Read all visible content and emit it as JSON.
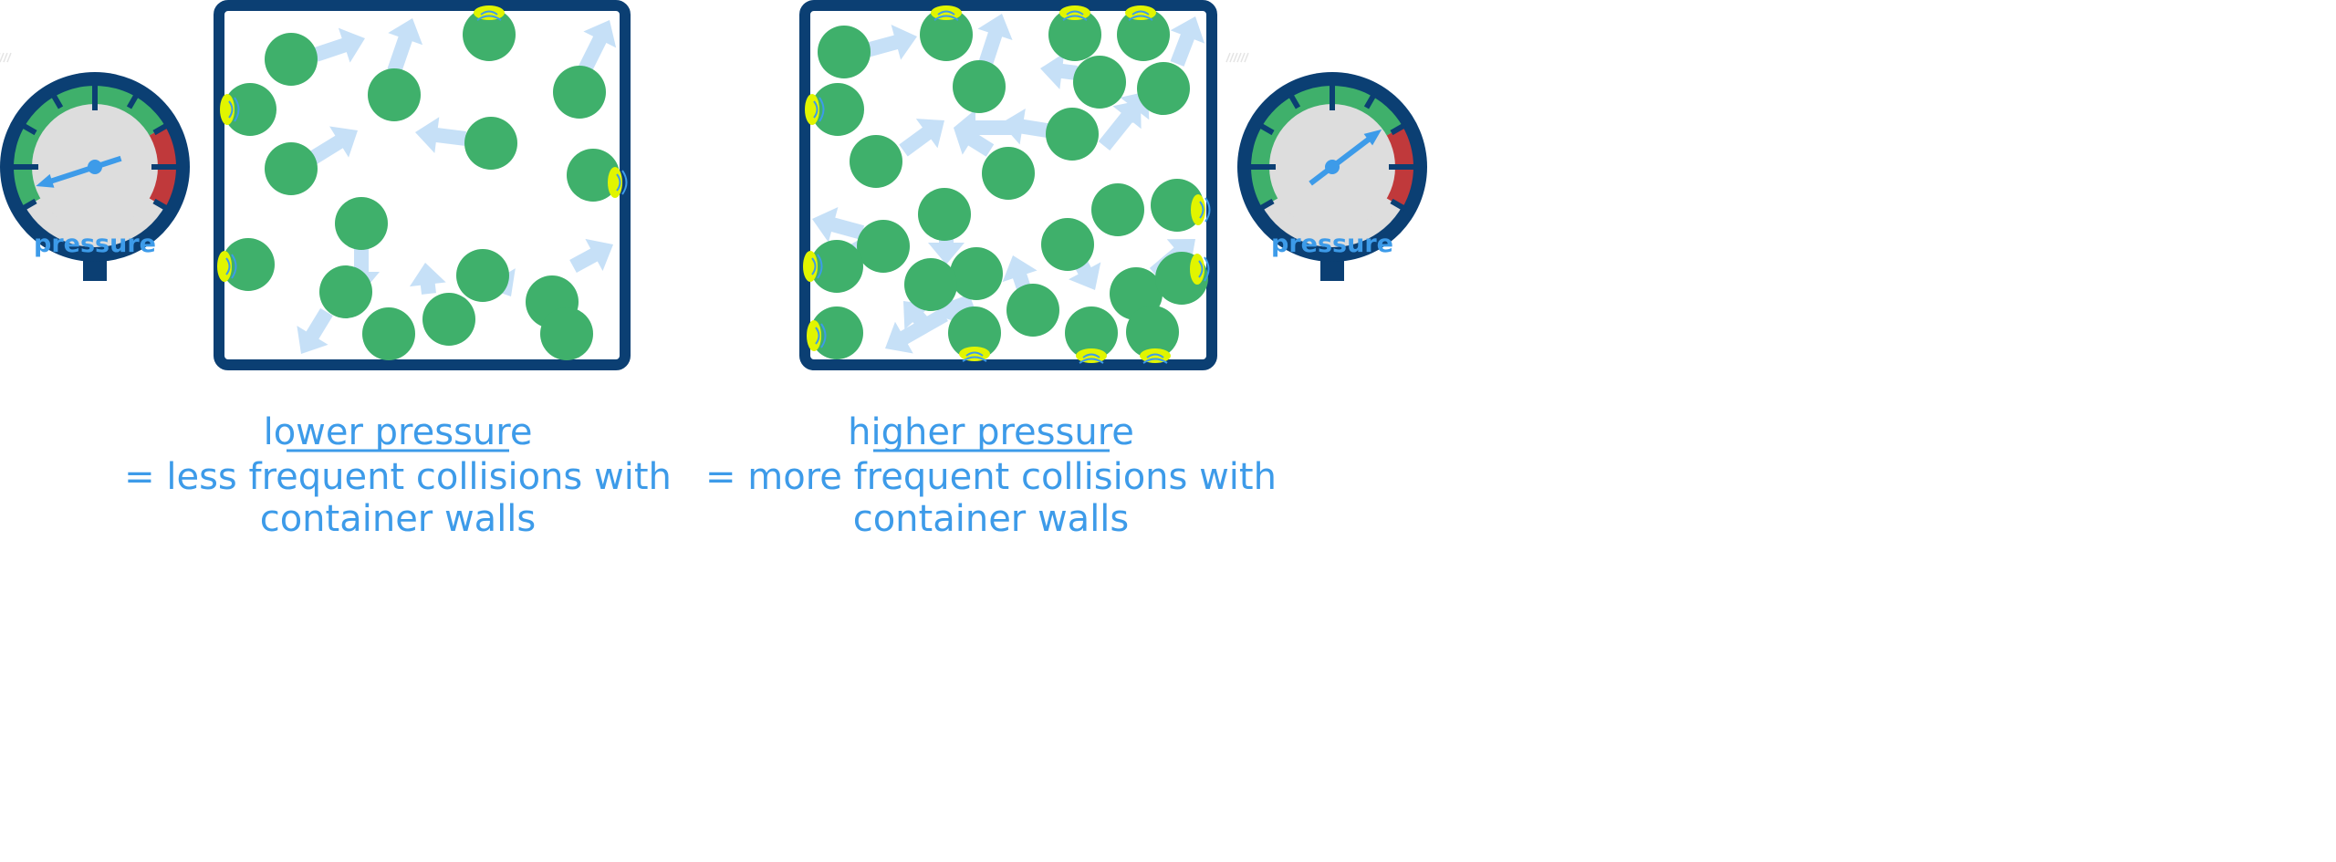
{
  "colors": {
    "wall": "#0b3f73",
    "particle": "#3fb06b",
    "arrow": "#c6e0f7",
    "collision": "#e1f500",
    "text": "#3d9be9",
    "gauge_green": "#3fb06b",
    "gauge_red": "#c0393b",
    "gauge_face": "#dddddd"
  },
  "left": {
    "gauge_label": "pressure",
    "gauge_reading_percent": 5,
    "title": "lower pressure",
    "line2": "= less frequent collisions with",
    "line3": "container walls"
  },
  "right": {
    "gauge_label": "pressure",
    "gauge_reading_percent": 72,
    "title": "higher pressure",
    "line2": "= more frequent collisions with",
    "line3": "container walls"
  }
}
